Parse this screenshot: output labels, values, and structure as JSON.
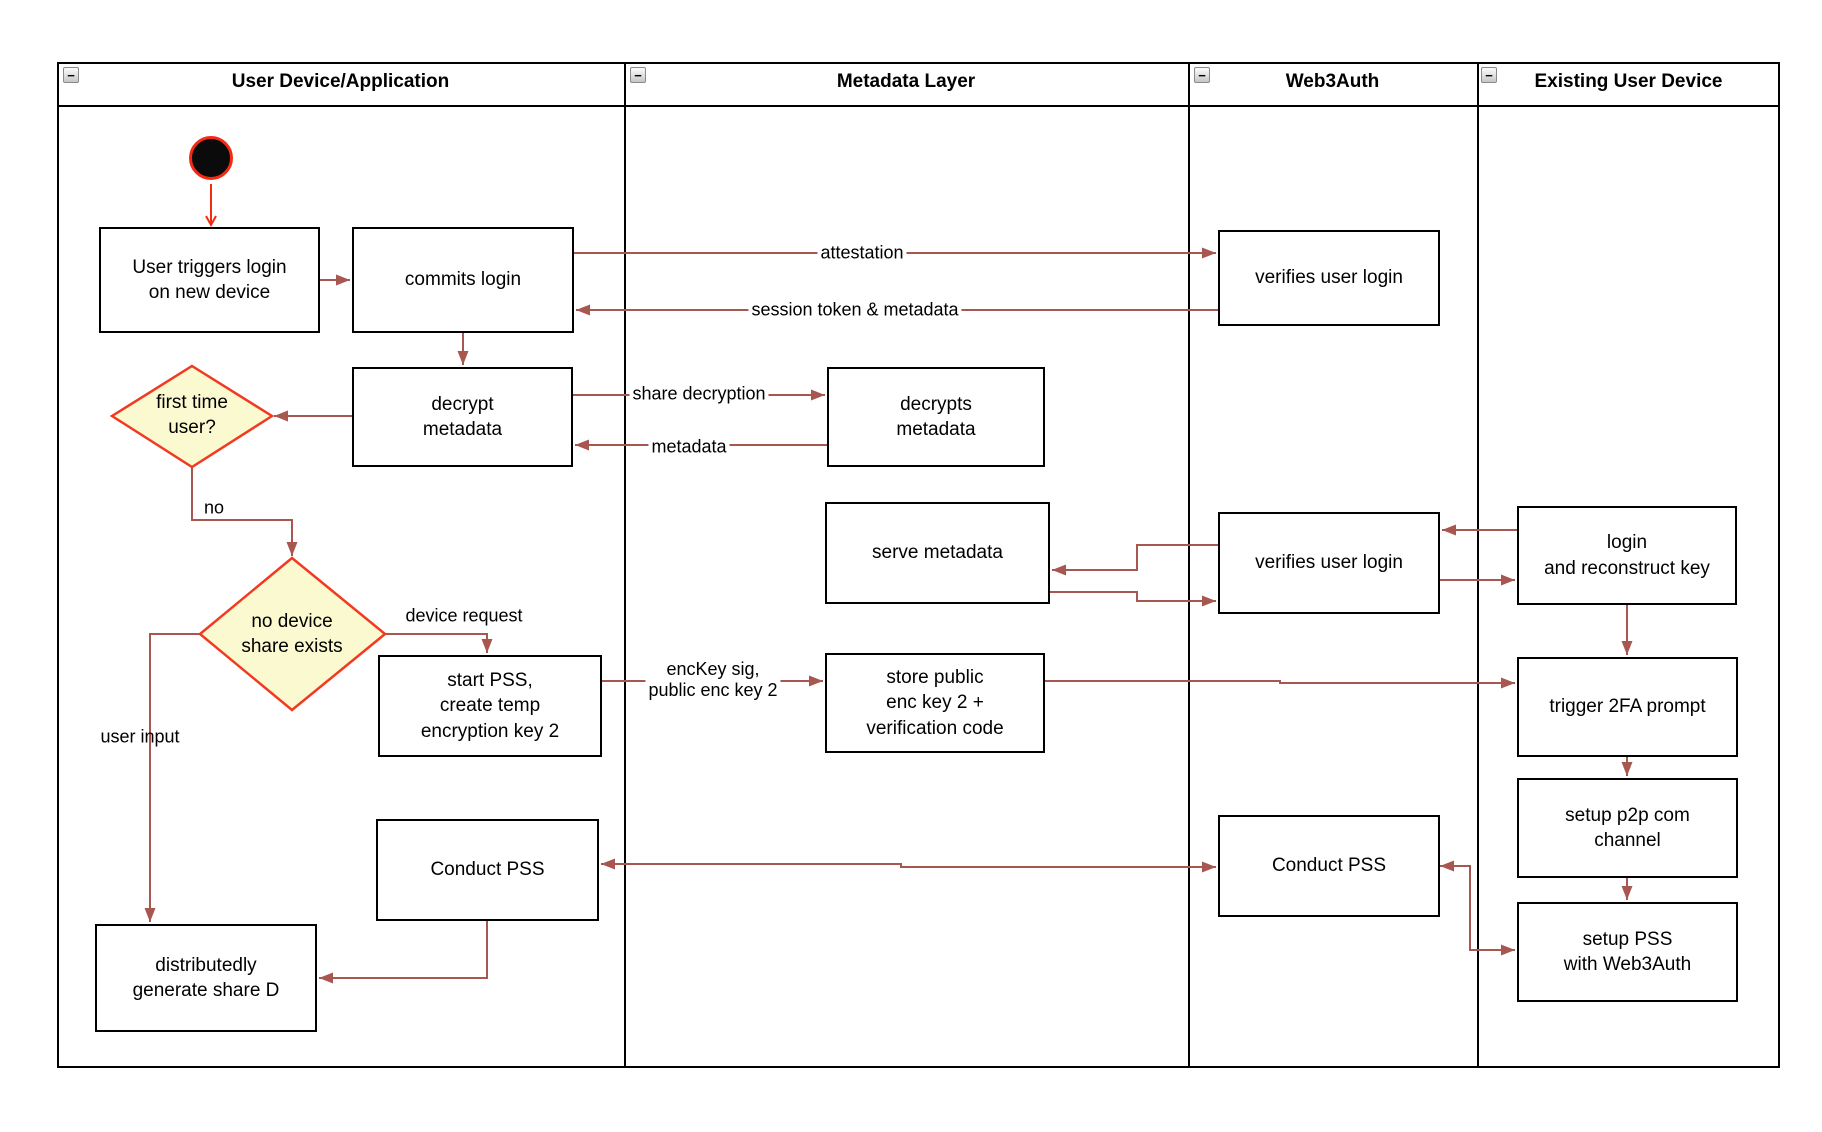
{
  "diagram": {
    "lanes": [
      {
        "title": "User Device/Application"
      },
      {
        "title": "Metadata Layer"
      },
      {
        "title": "Web3Auth"
      },
      {
        "title": "Existing User Device"
      }
    ],
    "collapse_glyph": "−",
    "nodes": {
      "user_triggers_login": "User triggers login\non new device",
      "commits_login": "commits login",
      "decrypt_metadata": "decrypt\nmetadata",
      "first_time_user": "first time\nuser?",
      "no_device_share": "no device\nshare exists",
      "start_pss": "start PSS,\ncreate temp\nencryption key 2",
      "conduct_pss_user": "Conduct PSS",
      "generate_share_d": "distributedly\ngenerate share D",
      "decrypts_metadata": "decrypts\nmetadata",
      "serve_metadata": "serve metadata",
      "store_public_enc_key": "store public\nenc key 2 +\nverification code",
      "verifies_user_login_top": "verifies user login",
      "verifies_user_login_mid": "verifies user login",
      "conduct_pss_web3auth": "Conduct PSS",
      "login_reconstruct_key": "login\nand reconstruct key",
      "trigger_2fa_prompt": "trigger 2FA prompt",
      "setup_p2p_channel": "setup p2p com\nchannel",
      "setup_pss_web3auth": "setup PSS\nwith Web3Auth"
    },
    "edge_labels": {
      "attestation": "attestation",
      "session_token": "session token & metadata",
      "share_decryption": "share decryption",
      "metadata": "metadata",
      "no": "no",
      "device_request": "device request",
      "enc_key": "encKey sig,\npublic enc key 2",
      "user_input": "user input"
    },
    "colors": {
      "edge": "#a85650",
      "start_red": "#f42a12",
      "decision_fill": "#fbf9cf",
      "decision_border": "#f23a21",
      "node_border": "#000000",
      "node_fill": "#ffffff"
    }
  }
}
